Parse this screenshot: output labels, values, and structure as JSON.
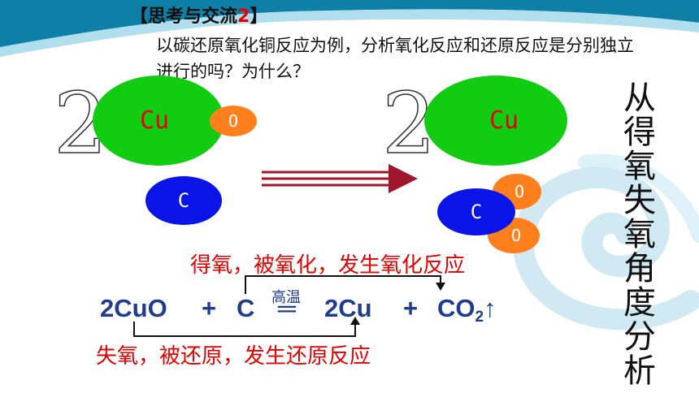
{
  "header": {
    "title_prefix": "【思考与交流",
    "title_number": "2",
    "title_suffix": "】",
    "question": "以碳还原氧化铜反应为例，分析氧化反应和还原反应是分别独立进行的吗？为什么？"
  },
  "left_model": {
    "coefficient": "2",
    "cu_label": "Cu",
    "o_label": "O",
    "c_label": "C"
  },
  "right_model": {
    "coefficient": "2",
    "cu_label": "Cu",
    "c_label": "C",
    "o_top_label": "O",
    "o_bottom_label": "O"
  },
  "side_text": "从得氧失氧角度分析",
  "annotations": {
    "oxidation": "得氧，被氧化，发生氧化反应",
    "reduction": "失氧，被还原，发生还原反应"
  },
  "equation": {
    "reactant1": "2CuO",
    "plus1": "+",
    "reactant2": "C",
    "condition": "高温",
    "equals": "═",
    "product1": "2Cu",
    "plus2": "+",
    "product2_base": "CO",
    "product2_sub": "2",
    "gas_arrow": "↑"
  },
  "colors": {
    "cu_atom": "#11cc11",
    "o_atom": "#ff7f1c",
    "c_atom": "#0a14e6",
    "arrow": "#a0162a",
    "annotation": "#e60000",
    "equation": "#1f3d8c",
    "header_band": "#0e7fa6"
  }
}
